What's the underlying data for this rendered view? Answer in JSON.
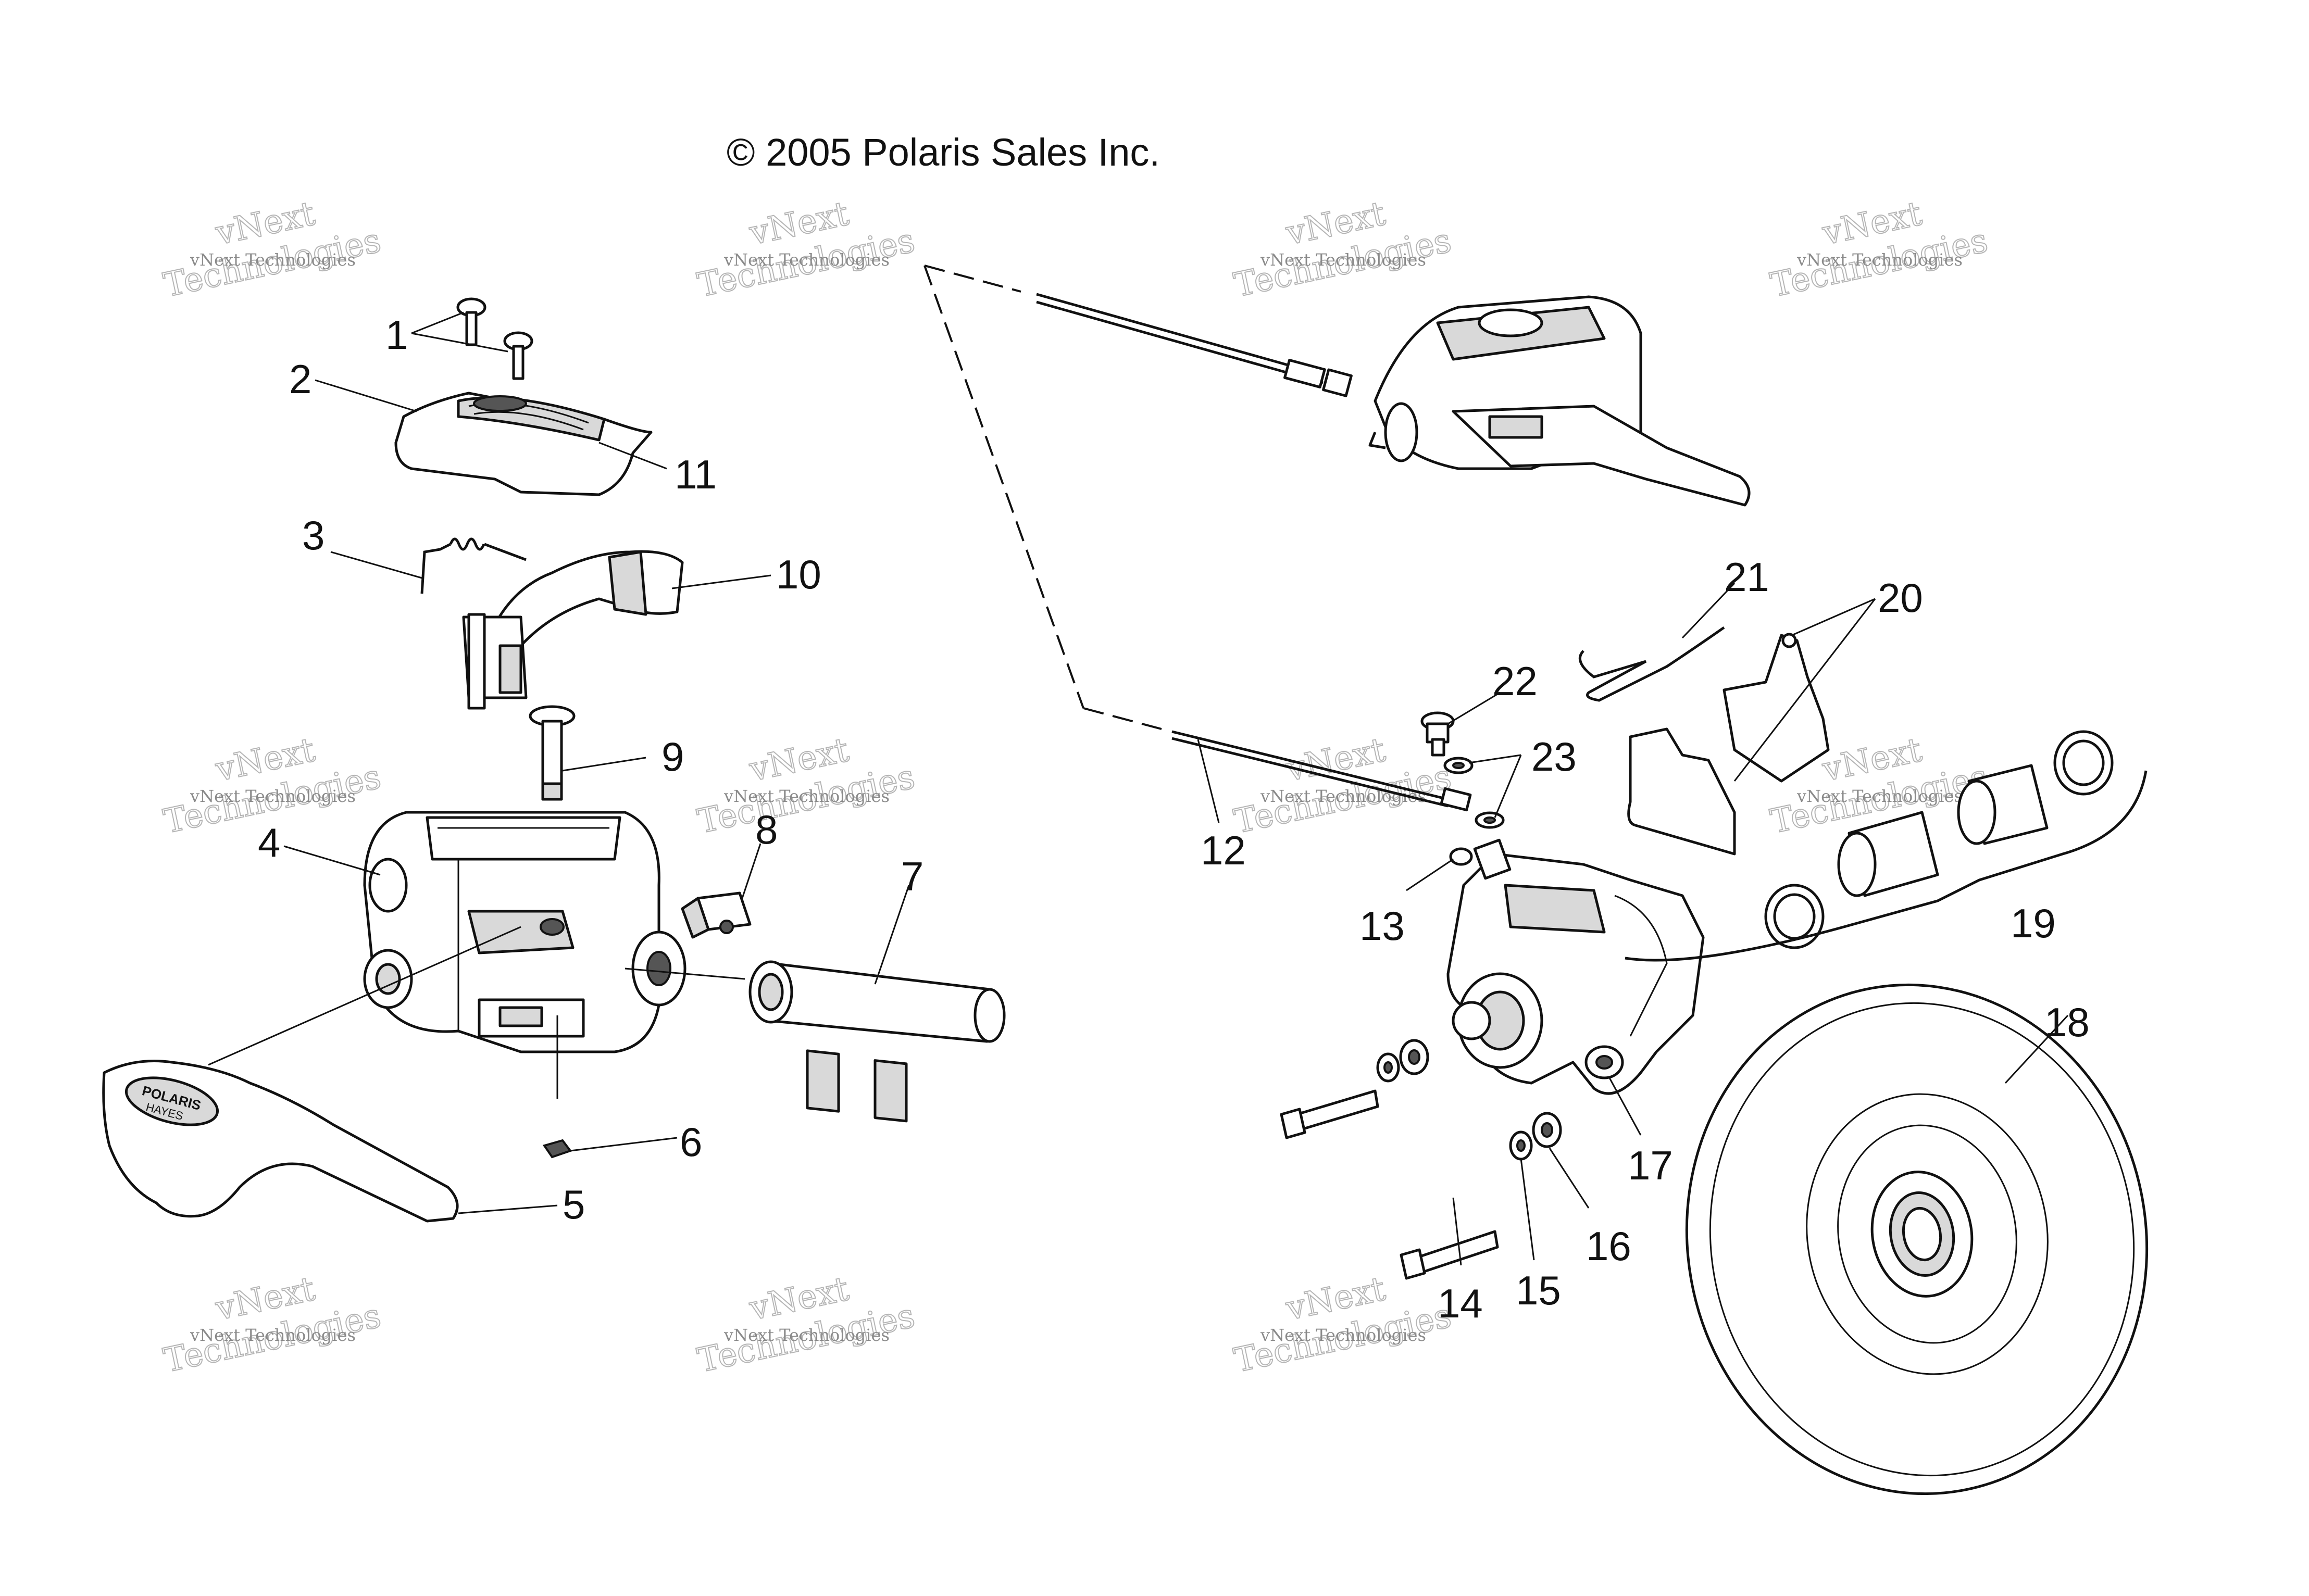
{
  "copyright": "© 2005 Polaris Sales Inc.",
  "watermark": {
    "line1": "vNext Technologies",
    "line2": "vNext",
    "line3": "Technologies"
  },
  "part_labels": {
    "p1": "1",
    "p2": "2",
    "p3": "3",
    "p4": "4",
    "p5": "5",
    "p6": "6",
    "p7": "7",
    "p8": "8",
    "p9": "9",
    "p10": "10",
    "p11": "11",
    "p12": "12",
    "p13": "13",
    "p14": "14",
    "p15": "15",
    "p16": "16",
    "p17": "17",
    "p18": "18",
    "p19": "19",
    "p20": "20",
    "p21": "21",
    "p22": "22",
    "p23": "23"
  },
  "lever_imprint": {
    "line1": "POLARIS",
    "line2": "HAYES"
  }
}
